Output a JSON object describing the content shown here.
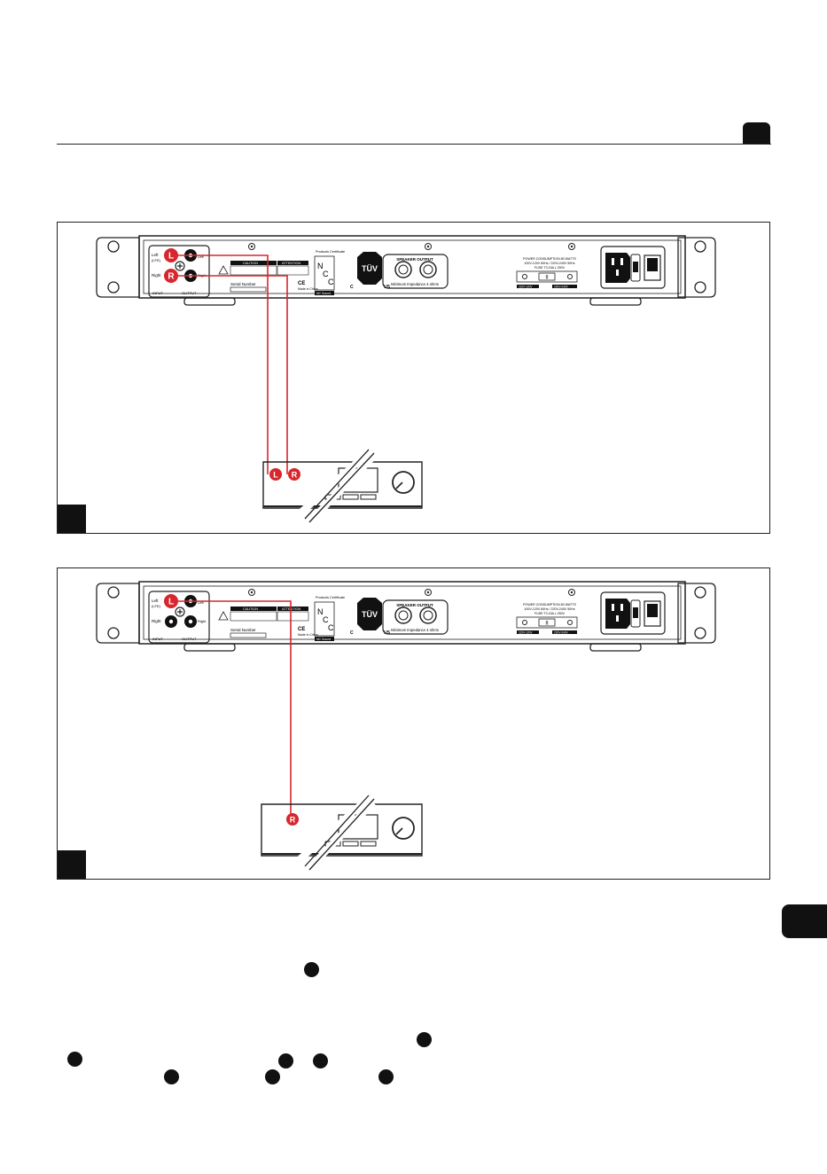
{
  "page": {
    "section_tab_top": "",
    "section_tab_side": ""
  },
  "figure1": {
    "number": "",
    "rear_panel": {
      "left_label": "Left",
      "lfe_label": "(LFE)",
      "right_label": "Right",
      "input_label": "INPUT",
      "output_label": "OUTPUT",
      "out_left_label": "Left",
      "out_right_label": "Right",
      "serial_label": "Serial Number",
      "caution_label": "CAUTION",
      "attention_label": "ATTENTION",
      "made_in": "Made in China",
      "certificate_label": "Products Certificate",
      "brand_label": "NC Sound",
      "ncc_n": "N",
      "ncc_c1": "C",
      "ncc_c2": "C",
      "tuv_label": "TÜV",
      "tuv_c": "C",
      "tuv_us": "US",
      "speaker_output_label": "SPEAKER OUTPUT",
      "impedance_label": "Minimum Impedance 4 ohms",
      "power_label": "POWER CONSUMPTION 80 WATTS",
      "voltage_label": "100V-120V 60Hz / 220V-240V 50Hz",
      "fuse_label": "FUSE T3.15A L 250V",
      "switch_label": "II",
      "left_switch_label": "115V-120V",
      "right_switch_label": "220V-240V"
    },
    "receiver": {
      "l_badge": "L",
      "r_badge": "R"
    }
  },
  "figure2": {
    "number": "",
    "rear_panel": {
      "left_label": "Left",
      "lfe_label": "(LFE)",
      "right_label": "Right",
      "input_label": "INPUT",
      "output_label": "OUTPUT",
      "out_left_label": "Left",
      "out_right_label": "Right",
      "serial_label": "Serial Number",
      "caution_label": "CAUTION",
      "attention_label": "ATTENTION",
      "made_in": "Made in China",
      "certificate_label": "Products Certificate",
      "brand_label": "NC Sound",
      "ncc_n": "N",
      "ncc_c1": "C",
      "ncc_c2": "C",
      "tuv_label": "TÜV",
      "tuv_c": "C",
      "tuv_us": "US",
      "speaker_output_label": "SPEAKER OUTPUT",
      "impedance_label": "Minimum Impedance 4 ohms",
      "power_label": "POWER CONSUMPTION 80 WATTS",
      "voltage_label": "100V-120V 60Hz / 220V-240V 50Hz",
      "fuse_label": "FUSE T3.15A L 250V",
      "switch_label": "II",
      "left_switch_label": "115V-120V",
      "right_switch_label": "220V-240V"
    },
    "receiver": {
      "r_badge": "R"
    }
  },
  "colors": {
    "accent_red": "#d7262d",
    "ink": "#111111"
  }
}
